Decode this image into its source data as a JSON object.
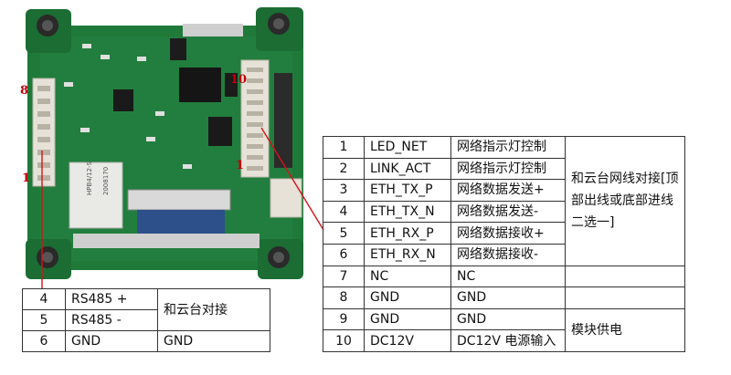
{
  "board_labels": {
    "left_connector_top": "8",
    "left_connector_bottom": "1",
    "right_connector_top": "10",
    "right_connector_bottom": "1",
    "chip_marking_1": "HPB4/12-S",
    "chip_marking_2": "2008170"
  },
  "left_table": {
    "rows": [
      {
        "num": "4",
        "signal": "RS485 +"
      },
      {
        "num": "5",
        "signal": "RS485 -"
      },
      {
        "num": "6",
        "signal": "GND",
        "desc": "GND"
      }
    ],
    "group_note": "和云台对接"
  },
  "right_table": {
    "rows": [
      {
        "num": "1",
        "signal": "LED_NET",
        "desc": "网络指示灯控制"
      },
      {
        "num": "2",
        "signal": "LINK_ACT",
        "desc": "网络指示灯控制"
      },
      {
        "num": "3",
        "signal": "ETH_TX_P",
        "desc": "网络数据发送+"
      },
      {
        "num": "4",
        "signal": "ETH_TX_N",
        "desc": "网络数据发送-"
      },
      {
        "num": "5",
        "signal": "ETH_RX_P",
        "desc": "网络数据接收+"
      },
      {
        "num": "6",
        "signal": "ETH_RX_N",
        "desc": "网络数据接收-"
      },
      {
        "num": "7",
        "signal": "NC",
        "desc": "NC"
      },
      {
        "num": "8",
        "signal": "GND",
        "desc": "GND"
      },
      {
        "num": "9",
        "signal": "GND",
        "desc": "GND"
      },
      {
        "num": "10",
        "signal": "DC12V",
        "desc": "DC12V 电源输入"
      }
    ],
    "group_note_network": "和云台网线对接[顶部出线或底部进线二选一]",
    "group_note_power": "模块供电"
  },
  "colors": {
    "pcb_green": "#1f7a3a",
    "pcb_dark": "#0f4a22",
    "connector_white": "#e6e2d8",
    "label_red": "#c0000d",
    "leader_line": "#d4141a"
  }
}
